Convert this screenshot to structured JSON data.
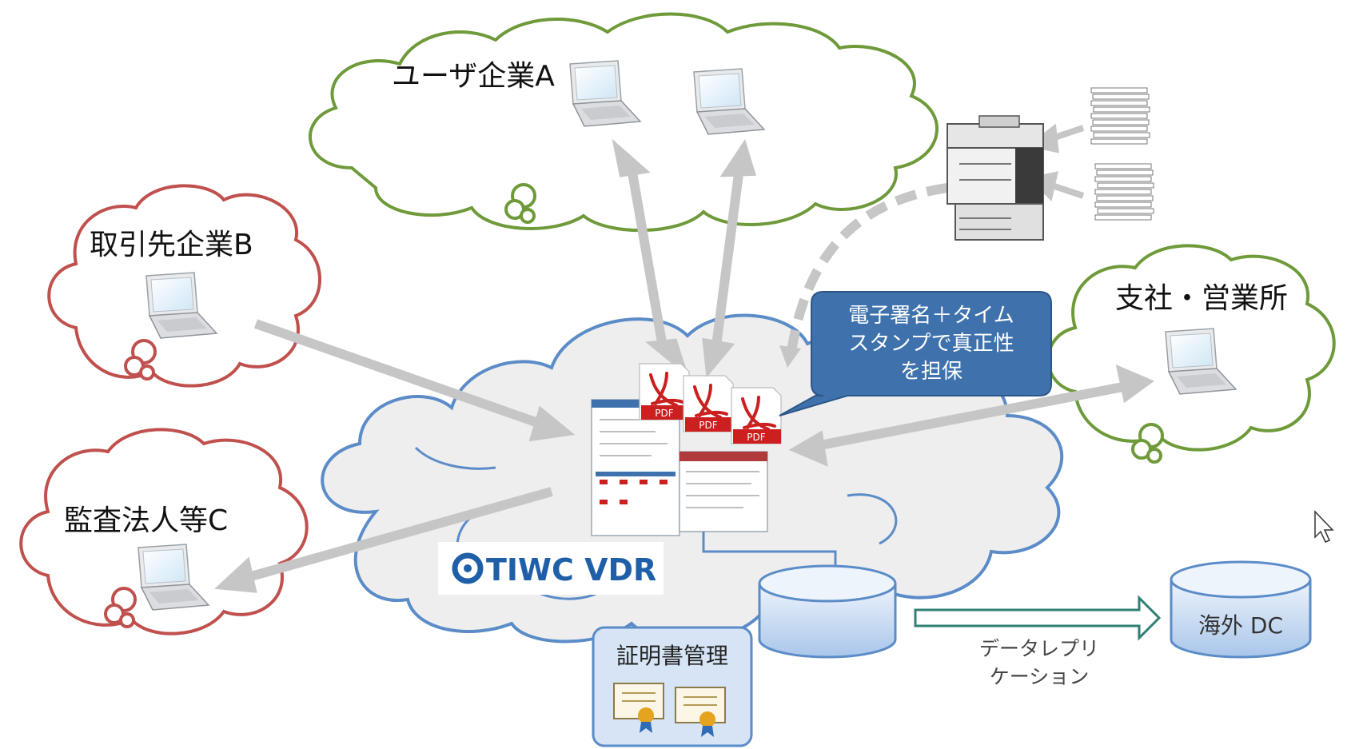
{
  "labels": {
    "user_a": "ユーザ企業A",
    "partner_b": "取引先企業B",
    "audit_c": "監査法人等C",
    "branch": "支社・営業所",
    "callout_line1": "電子署名＋タイム",
    "callout_line2": "スタンプで真正性",
    "callout_line3": "を担保",
    "brand": "TIWC VDR",
    "cert": "証明書管理",
    "overseas": "海外 DC",
    "repl_line1": "データレプリ",
    "repl_line2": "ケーション",
    "pdf": "PDF"
  },
  "colors": {
    "green_cloud": "#6e9a3a",
    "red_cloud": "#c0504d",
    "blue_cloud": "#5b8cc8",
    "callout": "#3f72ad",
    "pdf_red": "#cc1f1f",
    "arrow_gray": "#c6c6c6"
  }
}
